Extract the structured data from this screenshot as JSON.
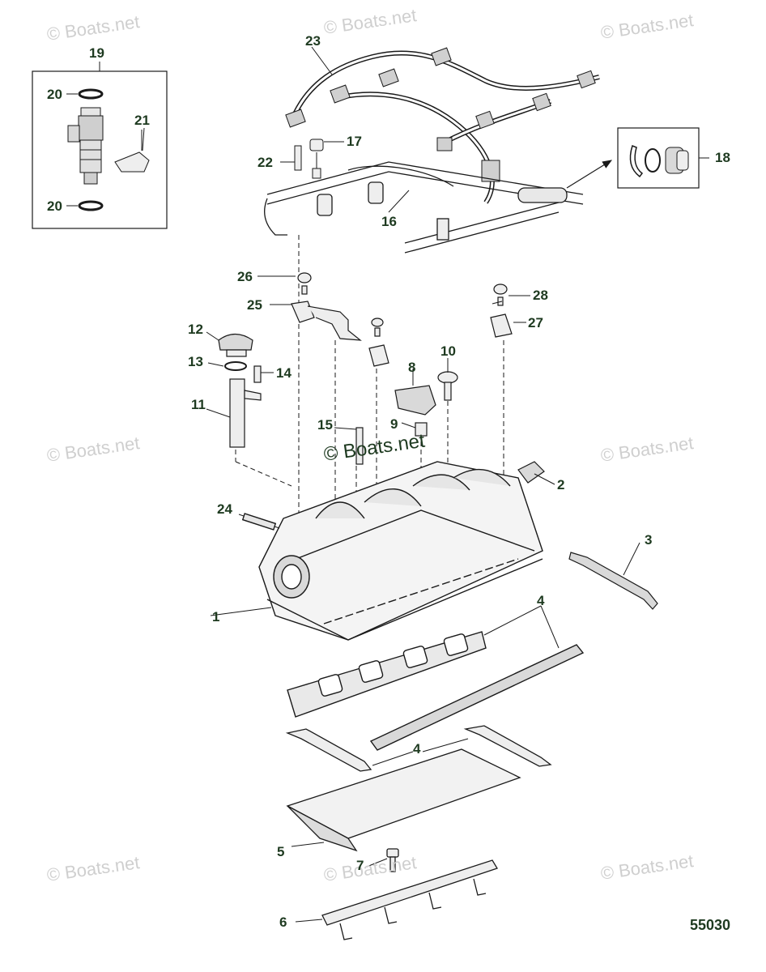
{
  "figure_number": "55030",
  "watermark": "© Boats.net",
  "callouts": [
    "1",
    "2",
    "3",
    "4",
    "4",
    "5",
    "6",
    "7",
    "8",
    "9",
    "10",
    "11",
    "12",
    "13",
    "14",
    "15",
    "16",
    "17",
    "18",
    "19",
    "20",
    "20",
    "21",
    "22",
    "23",
    "24",
    "25",
    "26",
    "27",
    "28"
  ],
  "colors": {
    "line": "#1a1a1a",
    "callout_text": "#1e3a20",
    "watermark": "#cfcfcf",
    "part_fill": "#ffffff",
    "part_shade": "#d9d9d9"
  }
}
